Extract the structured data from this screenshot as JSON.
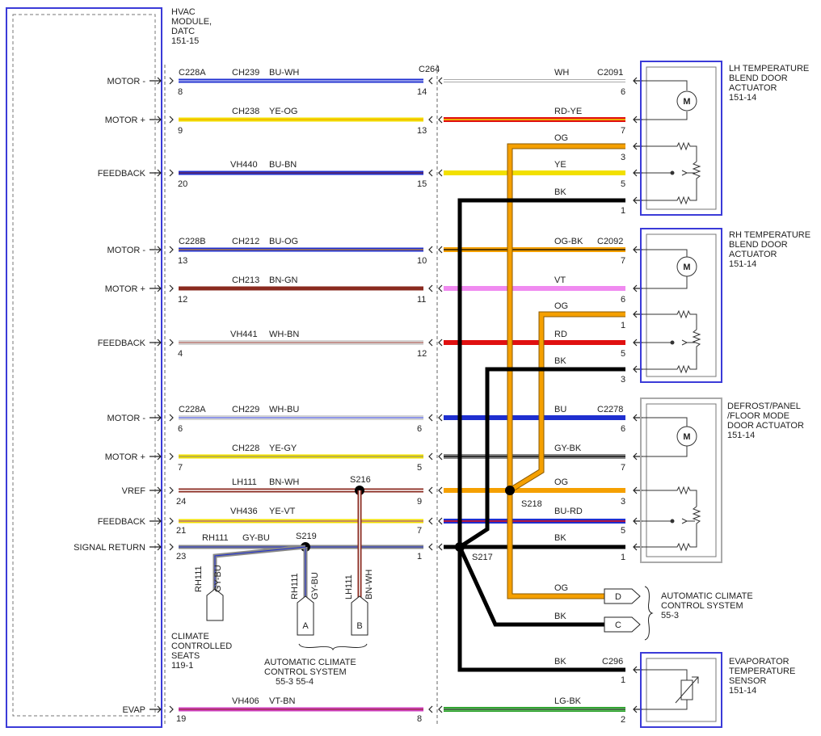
{
  "hvac": {
    "title": [
      "HVAC",
      "MODULE,",
      "DATC",
      "151-15"
    ]
  },
  "module_pins": [
    "MOTOR -",
    "MOTOR +",
    "FEEDBACK",
    "MOTOR -",
    "MOTOR +",
    "FEEDBACK",
    "MOTOR -",
    "MOTOR +",
    "VREF",
    "FEEDBACK",
    "SIGNAL RETURN",
    "EVAP"
  ],
  "connectors": {
    "left": [
      "C228A",
      "C228B",
      "C228A"
    ],
    "mid": "C264",
    "right": [
      "C2091",
      "C2092",
      "C2278",
      "C296"
    ]
  },
  "left_wires": [
    {
      "circuit": "CH239",
      "color": "BU-WH",
      "pin_l": "8",
      "pin_r": "14"
    },
    {
      "circuit": "CH238",
      "color": "YE-OG",
      "pin_l": "9",
      "pin_r": "13"
    },
    {
      "circuit": "VH440",
      "color": "BU-BN",
      "pin_l": "20",
      "pin_r": "15"
    },
    {
      "circuit": "CH212",
      "color": "BU-OG",
      "pin_l": "13",
      "pin_r": "10"
    },
    {
      "circuit": "CH213",
      "color": "BN-GN",
      "pin_l": "12",
      "pin_r": "11"
    },
    {
      "circuit": "VH441",
      "color": "WH-BN",
      "pin_l": "4",
      "pin_r": "12"
    },
    {
      "circuit": "CH229",
      "color": "WH-BU",
      "pin_l": "6",
      "pin_r": "6"
    },
    {
      "circuit": "CH228",
      "color": "YE-GY",
      "pin_l": "7",
      "pin_r": "5"
    },
    {
      "circuit": "LH111",
      "color": "BN-WH",
      "pin_l": "24",
      "pin_r": "9"
    },
    {
      "circuit": "VH436",
      "color": "YE-VT",
      "pin_l": "21",
      "pin_r": "7"
    },
    {
      "circuit": "RH111",
      "color": "GY-BU",
      "pin_l": "23",
      "pin_r": "1"
    },
    {
      "circuit": "VH406",
      "color": "VT-BN",
      "pin_l": "19",
      "pin_r": "8"
    }
  ],
  "right_wires": [
    {
      "color": "WH",
      "pin": "6"
    },
    {
      "color": "RD-YE",
      "pin": "7"
    },
    {
      "color": "OG",
      "pin": "3"
    },
    {
      "color": "YE",
      "pin": "5"
    },
    {
      "color": "BK",
      "pin": "1"
    },
    {
      "color": "OG-BK",
      "pin": "7"
    },
    {
      "color": "VT",
      "pin": "6"
    },
    {
      "color": "OG",
      "pin": "1"
    },
    {
      "color": "RD",
      "pin": "5"
    },
    {
      "color": "BK",
      "pin": "3"
    },
    {
      "color": "BU",
      "pin": "6"
    },
    {
      "color": "GY-BK",
      "pin": "7"
    },
    {
      "color": "OG",
      "pin": "3"
    },
    {
      "color": "BU-RD",
      "pin": "5"
    },
    {
      "color": "BK",
      "pin": "1"
    },
    {
      "color": "OG",
      "pin": ""
    },
    {
      "color": "BK",
      "pin": ""
    },
    {
      "color": "BK",
      "pin": "1"
    },
    {
      "color": "LG-BK",
      "pin": "2"
    }
  ],
  "components": [
    {
      "lines": [
        "LH TEMPERATURE",
        "BLEND DOOR",
        "ACTUATOR",
        "151-14"
      ]
    },
    {
      "lines": [
        "RH TEMPERATURE",
        "BLEND DOOR",
        "ACTUATOR",
        "151-14"
      ]
    },
    {
      "lines": [
        "DEFROST/PANEL",
        "/FLOOR MODE",
        "DOOR ACTUATOR",
        "151-14"
      ]
    },
    {
      "lines": [
        "EVAPORATOR",
        "TEMPERATURE",
        "SENSOR",
        "151-14"
      ]
    }
  ],
  "splices": [
    "S216",
    "S219",
    "S218",
    "S217"
  ],
  "drops": [
    {
      "circuit": "RH111",
      "color": "GY-BU"
    },
    {
      "circuit": "RH111",
      "color": "GY-BU"
    },
    {
      "circuit": "LH111",
      "color": "BN-WH"
    }
  ],
  "drop_letters": [
    "A",
    "B",
    "D",
    "C"
  ],
  "notes": {
    "seats": [
      "CLIMATE",
      "CONTROLLED",
      "SEATS",
      "119-1"
    ],
    "acc_bottom": [
      "AUTOMATIC CLIMATE",
      "CONTROL SYSTEM",
      "55-3    55-4"
    ],
    "acc_right": [
      "AUTOMATIC CLIMATE",
      "CONTROL SYSTEM",
      "55-3"
    ]
  },
  "wire_colors": {
    "blue": "#1f2fd0",
    "yellow": "#f2e000",
    "orange": "#f5a000",
    "red": "#e01010",
    "brown": "#8a2a1f",
    "violet": "#f08af0",
    "black": "#000000",
    "green": "#1e9a1e",
    "magenta": "#d040c0",
    "gray": "#888888",
    "white": "#ffffff",
    "frame": "#3b3bd8"
  }
}
